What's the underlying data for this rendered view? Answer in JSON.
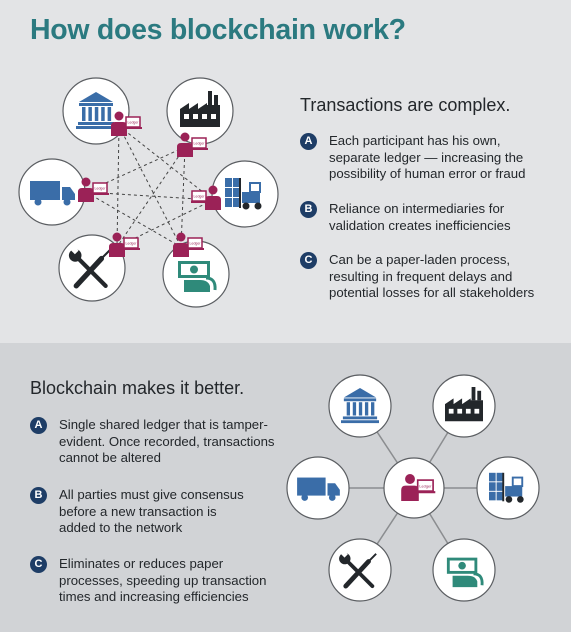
{
  "title": "How does blockchain work?",
  "problem": {
    "heading": "Transactions are complex.",
    "points": [
      {
        "badge": "A",
        "lines": [
          "Each participant has his own,",
          "separate ledger — increasing the",
          "possibility of human error or fraud"
        ]
      },
      {
        "badge": "B",
        "lines": [
          "Reliance on intermediaries for",
          "validation creates inefficiencies"
        ]
      },
      {
        "badge": "C",
        "lines": [
          "Can be a paper-laden process,",
          "resulting in frequent delays and",
          "potential losses for all stakeholders"
        ]
      }
    ]
  },
  "solution": {
    "heading": "Blockchain makes it better.",
    "points": [
      {
        "badge": "A",
        "lines": [
          "Single shared ledger that is tamper-",
          "evident. Once recorded, transactions",
          "cannot be altered"
        ]
      },
      {
        "badge": "B",
        "lines": [
          "All parties must give consensus",
          "before a new transaction is",
          "added to the network"
        ]
      },
      {
        "badge": "C",
        "lines": [
          "Eliminates or reduces paper",
          "processes, speeding up transaction",
          "times and increasing efficiencies"
        ]
      }
    ]
  },
  "ledger_label": "Ledger",
  "icons": [
    "bank-icon",
    "factory-icon",
    "truck-icon",
    "forklift-icon",
    "tools-icon",
    "cash-icon",
    "participant-icon",
    "laptop-icon"
  ],
  "colors": {
    "title": "#2b7a80",
    "badge": "#1e3d66",
    "participant": "#9b2257",
    "icon": "#23272b",
    "accent": "#3a6da8",
    "cash": "#2f8a7a"
  }
}
